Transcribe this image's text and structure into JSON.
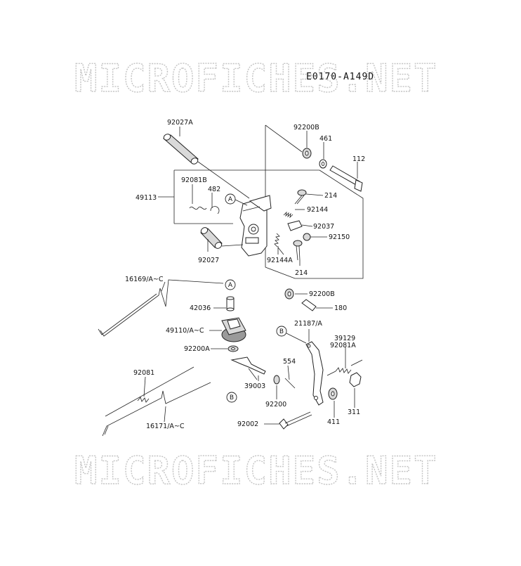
{
  "watermarks": [
    "MICROFICHES.NET",
    "MICROFICHES.NET"
  ],
  "diagram_code": "E0170-A149D",
  "callouts": [
    "A",
    "A",
    "B",
    "B"
  ],
  "labels": {
    "p92027A": "92027A",
    "p92200B_top": "92200B",
    "p461": "461",
    "p112": "112",
    "p92081B": "92081B",
    "p482": "482",
    "p49113": "49113",
    "p214_top": "214",
    "p92144": "92144",
    "p92037": "92037",
    "p92150": "92150",
    "p92027": "92027",
    "p92144A": "92144A",
    "p214_bot": "214",
    "p16169": "16169/A~C",
    "p92200B_mid": "92200B",
    "p180": "180",
    "p42036": "42036",
    "p21187": "21187/A",
    "p49110": "49110/A~C",
    "p39129": "39129",
    "p92081A": "92081A",
    "p92200A": "92200A",
    "p554": "554",
    "p39003": "39003",
    "p92081": "92081",
    "p92200": "92200",
    "p311": "311",
    "p16171": "16171/A~C",
    "p92002": "92002",
    "p411": "411"
  }
}
